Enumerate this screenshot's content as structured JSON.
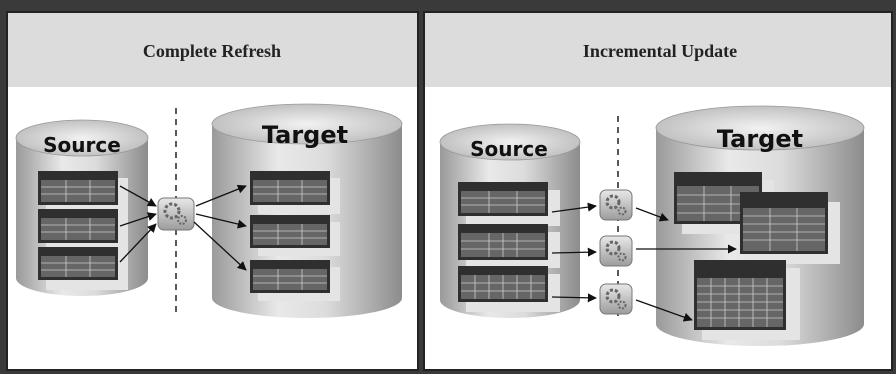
{
  "panels": [
    {
      "title": "Complete Refresh",
      "source_label": "Source",
      "target_label": "Target"
    },
    {
      "title": "Incremental Update",
      "source_label": "Source",
      "target_label": "Target"
    }
  ],
  "icons": {
    "process": "gear-process-icon",
    "table": "table-icon",
    "database": "database-cylinder-icon"
  },
  "colors": {
    "cylinder_light": "#e6e6e6",
    "cylinder_dark": "#8f8f8f",
    "table_header": "#3a3a3a",
    "table_body": "#555555",
    "title_band": "#dcdcdc"
  }
}
